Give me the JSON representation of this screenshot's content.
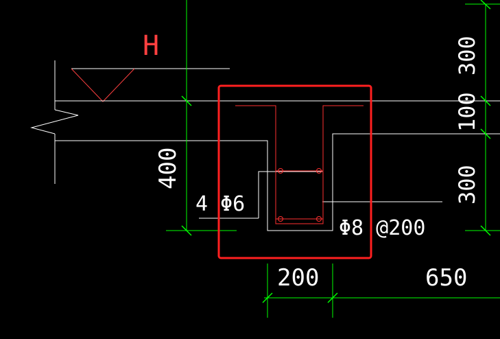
{
  "colors": {
    "background": "#000000",
    "line_white": "#ffffff",
    "line_green": "#00ff00",
    "rebar_red": "#ff3030",
    "highlight_red": "#ff2020"
  },
  "labels": {
    "elevation_mark": "H",
    "wall_height": "400",
    "rebar_longitudinal": "4 Φ6",
    "stirrup_spec": "Φ8 @200",
    "dim_width": "200",
    "dim_span": "650",
    "dim_top": "300",
    "dim_middle": "100",
    "dim_bottom": "300"
  }
}
